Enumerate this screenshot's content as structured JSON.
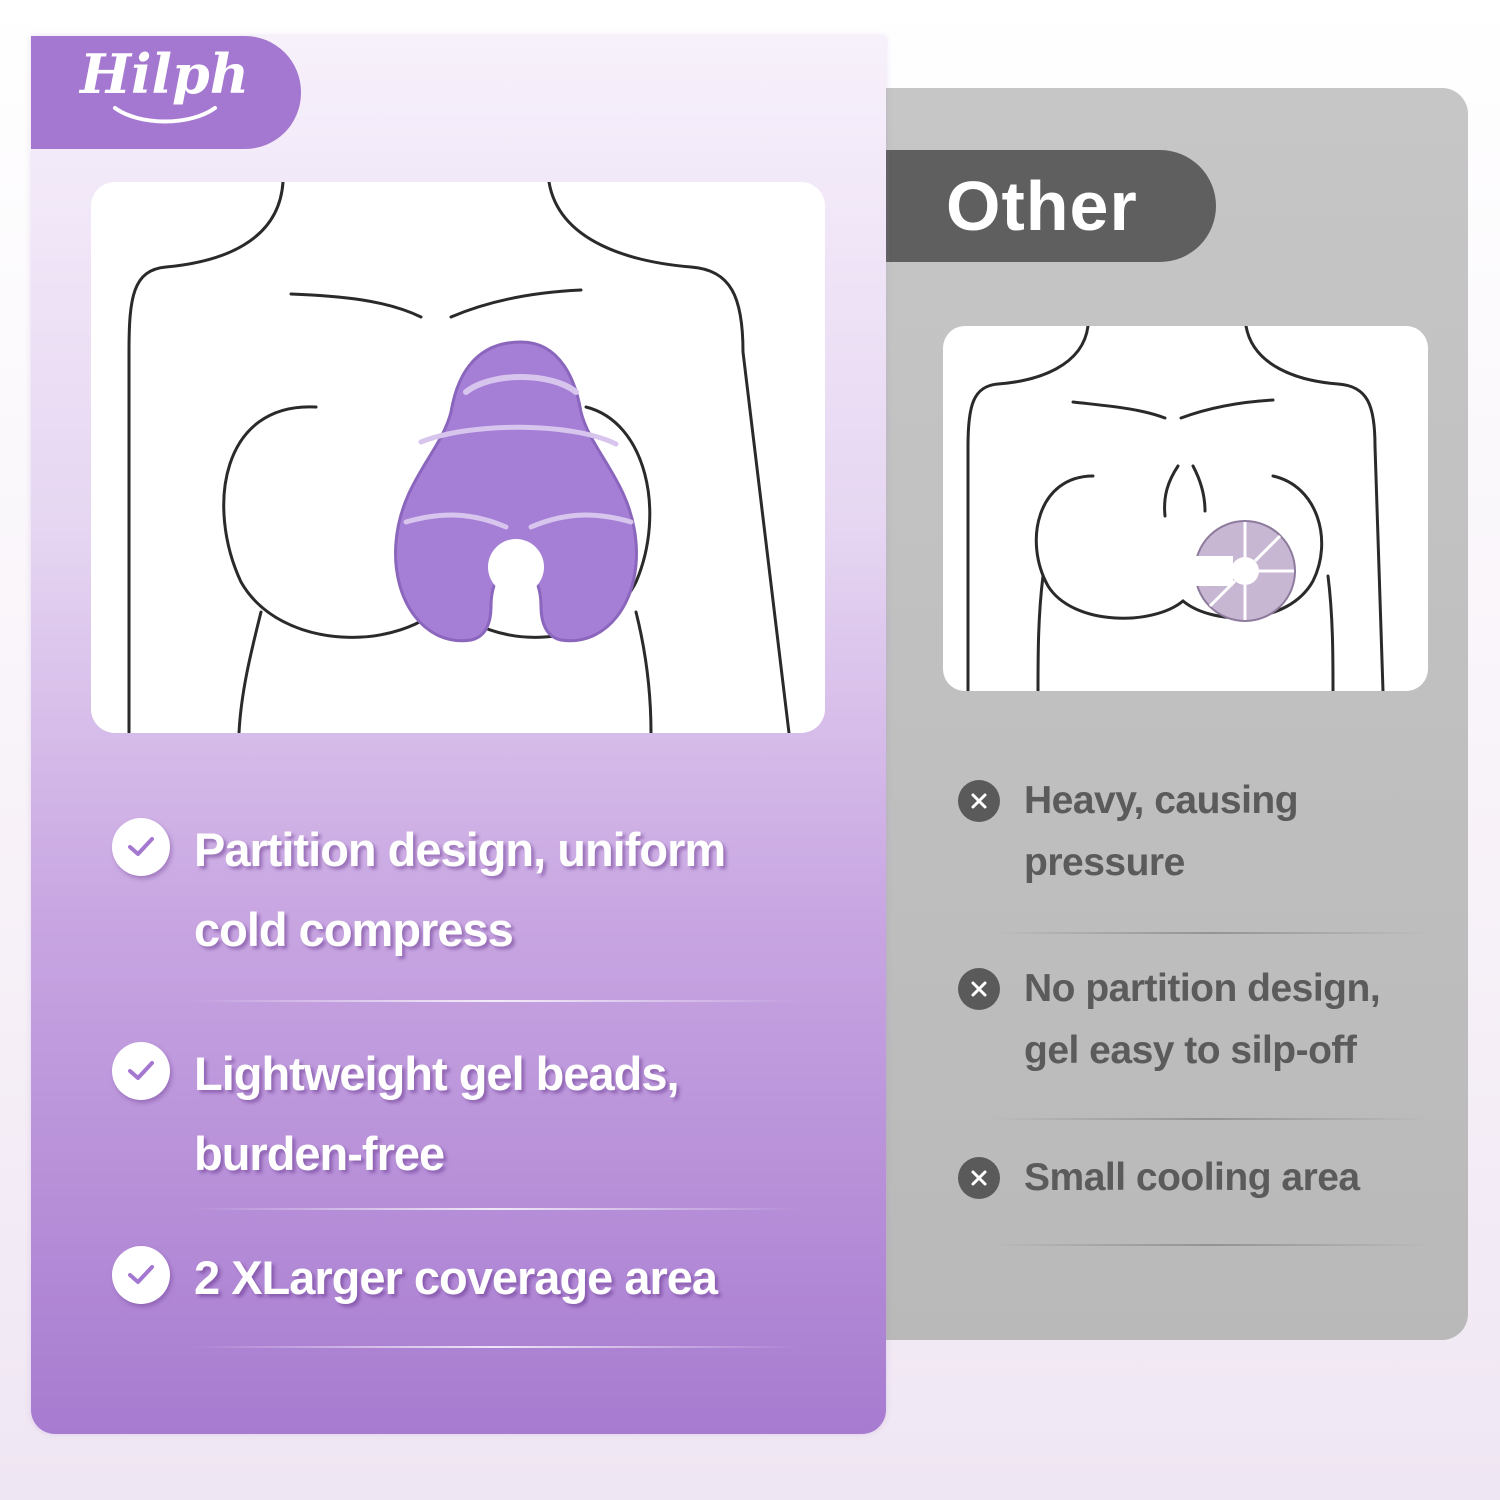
{
  "brand": {
    "name": "Hilph",
    "accent_color": "#a477d1"
  },
  "hilph_panel": {
    "features": [
      {
        "line1": "Partition design, uniform",
        "line2": "cold compress"
      },
      {
        "line1": "Lightweight gel beads,",
        "line2": "burden-free"
      },
      {
        "line1": "2 XLarger coverage area",
        "line2": ""
      }
    ],
    "icon": "check-icon",
    "pad_color": "#a57ed6"
  },
  "other_panel": {
    "title": "Other",
    "tag_color": "#5f5f5f",
    "drawbacks": [
      {
        "line1": "Heavy, causing",
        "line2": "pressure"
      },
      {
        "line1": "No partition design,",
        "line2": "gel easy to silp-off"
      },
      {
        "line1": "Small cooling area",
        "line2": ""
      }
    ],
    "icon": "x-icon"
  }
}
